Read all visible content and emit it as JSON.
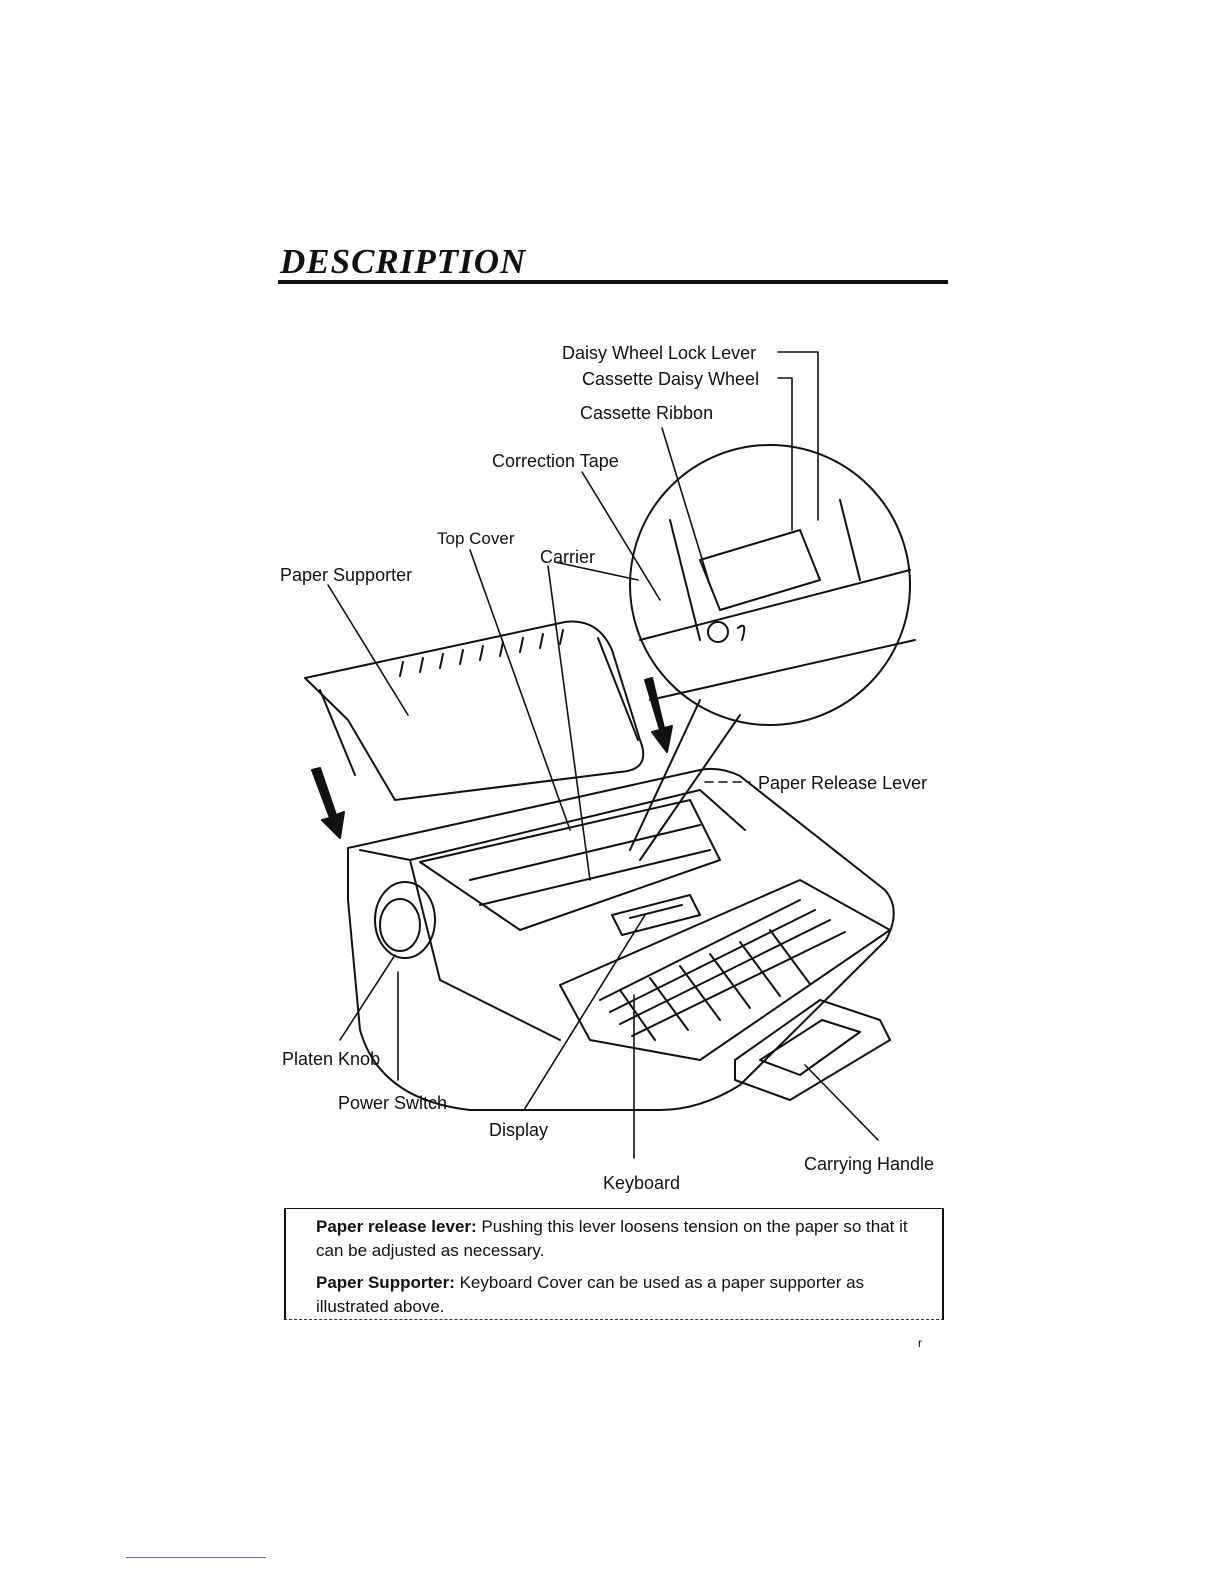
{
  "page": {
    "title": "DESCRIPTION",
    "page_mark": "r"
  },
  "labels": {
    "daisy_wheel_lock_lever": "Daisy Wheel Lock Lever",
    "cassette_daisy_wheel": "Cassette Daisy Wheel",
    "cassette_ribbon": "Cassette Ribbon",
    "correction_tape": "Correction Tape",
    "top_cover": "Top Cover",
    "carrier": "Carrier",
    "paper_supporter": "Paper Supporter",
    "paper_release_lever": "Paper Release Lever",
    "platen_knob": "Platen Knob",
    "power_switch": "Power Switch",
    "display": "Display",
    "keyboard": "Keyboard",
    "carrying_handle": "Carrying Handle"
  },
  "notes": [
    {
      "term": "Paper release lever:",
      "text": " Pushing this lever loosens tension on the paper so that it can be adjusted as necessary."
    },
    {
      "term": "Paper Supporter:",
      "text": " Keyboard Cover can be used as a paper supporter as illustrated above."
    }
  ],
  "colors": {
    "ink": "#111111",
    "link_underline": "#4a6fd6"
  }
}
